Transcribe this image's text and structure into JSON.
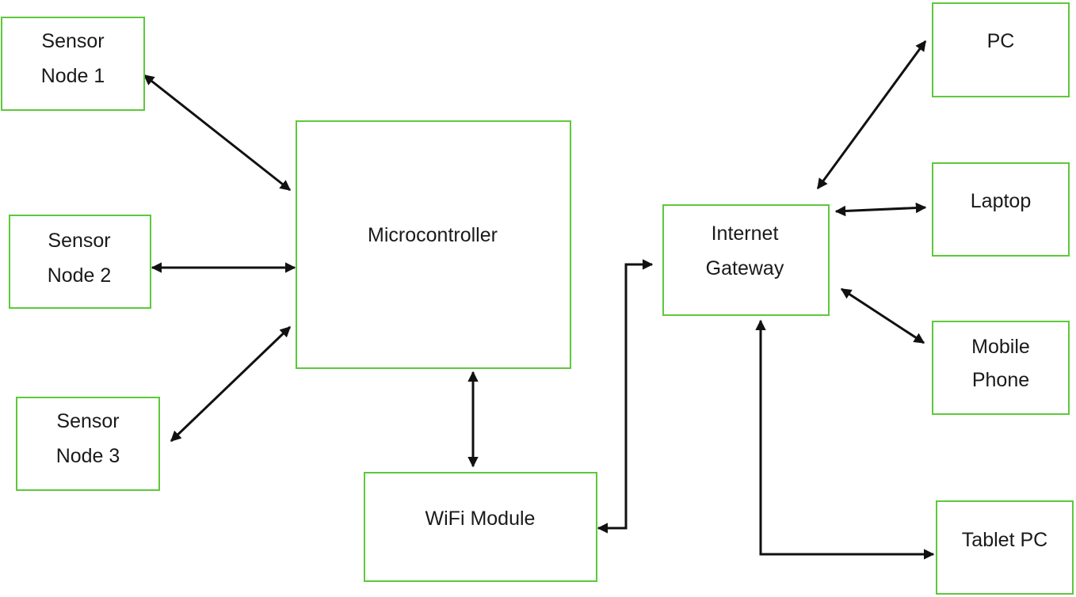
{
  "colors": {
    "box_border": "#5dc93a",
    "connector": "#111111",
    "text": "#1a1a1a",
    "background": "#ffffff"
  },
  "nodes": {
    "sensor1": {
      "lines": [
        "Sensor",
        "Node 1"
      ]
    },
    "sensor2": {
      "lines": [
        "Sensor",
        "Node 2"
      ]
    },
    "sensor3": {
      "lines": [
        "Sensor",
        "Node 3"
      ]
    },
    "microcontroller": {
      "lines": [
        "Microcontroller"
      ]
    },
    "wifi": {
      "lines": [
        "WiFi Module"
      ]
    },
    "gateway": {
      "lines": [
        "Internet",
        "Gateway"
      ]
    },
    "pc": {
      "lines": [
        "PC"
      ]
    },
    "laptop": {
      "lines": [
        "Laptop"
      ]
    },
    "mobile": {
      "lines": [
        "Mobile",
        "Phone"
      ]
    },
    "tablet": {
      "lines": [
        "Tablet PC"
      ]
    }
  },
  "edges": [
    {
      "from": "sensor1",
      "to": "microcontroller",
      "direction": "bidirectional"
    },
    {
      "from": "sensor2",
      "to": "microcontroller",
      "direction": "bidirectional"
    },
    {
      "from": "sensor3",
      "to": "microcontroller",
      "direction": "bidirectional"
    },
    {
      "from": "microcontroller",
      "to": "wifi",
      "direction": "bidirectional"
    },
    {
      "from": "wifi",
      "to": "gateway",
      "direction": "bidirectional"
    },
    {
      "from": "gateway",
      "to": "pc",
      "direction": "bidirectional"
    },
    {
      "from": "gateway",
      "to": "laptop",
      "direction": "bidirectional"
    },
    {
      "from": "gateway",
      "to": "mobile",
      "direction": "bidirectional"
    },
    {
      "from": "gateway",
      "to": "tablet",
      "direction": "bidirectional"
    }
  ]
}
